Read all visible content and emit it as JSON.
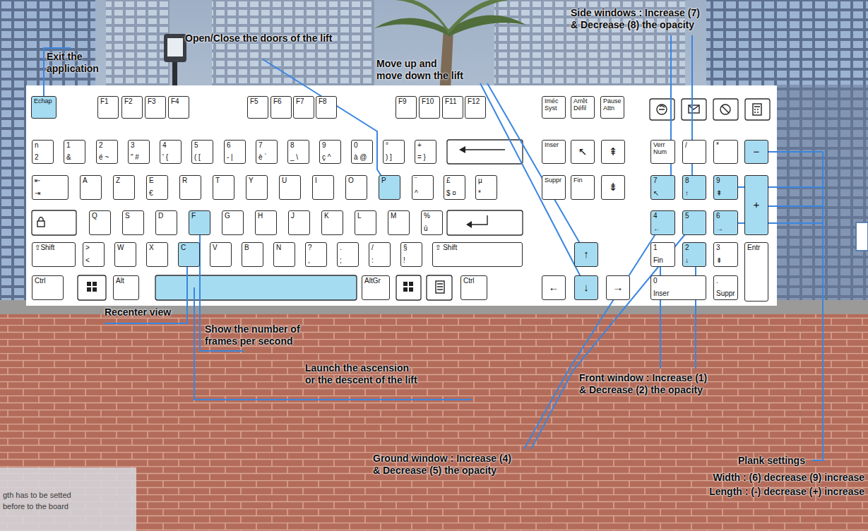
{
  "diagram": {
    "nodes": [
      {
        "text": [
          "Echap"
        ]
      },
      {
        "text": [
          "F1"
        ]
      },
      {
        "text": [
          "F2"
        ]
      },
      {
        "text": [
          "F3"
        ]
      },
      {
        "text": [
          "F4"
        ]
      },
      {
        "text": [
          "F5"
        ]
      },
      {
        "text": [
          "F6"
        ]
      },
      {
        "text": [
          "F7"
        ]
      },
      {
        "text": [
          "F8"
        ]
      },
      {
        "text": [
          "F9"
        ]
      },
      {
        "text": [
          "F10"
        ]
      },
      {
        "text": [
          "F11"
        ]
      },
      {
        "text": [
          "F12"
        ]
      },
      {
        "text": [
          "Iméc Syst"
        ]
      },
      {
        "text": [
          "Arrêt Défil"
        ]
      },
      {
        "text": [
          "Pause Attn"
        ]
      },
      {
        "text": [
          "n",
          "2"
        ]
      },
      {
        "text": [
          "1",
          "&"
        ]
      },
      {
        "text": [
          "2",
          "é ~"
        ]
      },
      {
        "text": [
          "3",
          "\" #"
        ]
      },
      {
        "text": [
          "4",
          "' {"
        ]
      },
      {
        "text": [
          "5",
          "( ["
        ]
      },
      {
        "text": [
          "6",
          "- |"
        ]
      },
      {
        "text": [
          "7",
          "è `"
        ]
      },
      {
        "text": [
          "8",
          "_ \\"
        ]
      },
      {
        "text": [
          "9",
          "ç ^"
        ]
      },
      {
        "text": [
          "0",
          "à @"
        ]
      },
      {
        "text": [
          "°",
          ") ]"
        ]
      },
      {
        "text": [
          "+",
          "= }"
        ]
      },
      {
        "text": [
          "Inser"
        ]
      },
      {
        "text": [
          "↖"
        ]
      },
      {
        "text": [
          "⇞"
        ]
      },
      {
        "text": [
          "Verr Num"
        ]
      },
      {
        "text": [
          "/"
        ]
      },
      {
        "text": [
          "*"
        ]
      },
      {
        "text": [
          "−"
        ]
      },
      {
        "text": [
          "⇤",
          "⇥"
        ]
      },
      {
        "text": [
          "A"
        ]
      },
      {
        "text": [
          "Z"
        ]
      },
      {
        "text": [
          "E",
          "€"
        ]
      },
      {
        "text": [
          "R"
        ]
      },
      {
        "text": [
          "T"
        ]
      },
      {
        "text": [
          "Y"
        ]
      },
      {
        "text": [
          "U"
        ]
      },
      {
        "text": [
          "I"
        ]
      },
      {
        "text": [
          "O"
        ]
      },
      {
        "text": [
          "P"
        ]
      },
      {
        "text": [
          "¨",
          "^"
        ]
      },
      {
        "text": [
          "£",
          "$ ¤"
        ]
      },
      {
        "text": [
          "µ",
          "*"
        ]
      },
      {
        "text": [
          "Suppr"
        ]
      },
      {
        "text": [
          "Fin"
        ]
      },
      {
        "text": [
          "⇟"
        ]
      },
      {
        "text": [
          "7",
          "↖"
        ]
      },
      {
        "text": [
          "8",
          "↑"
        ]
      },
      {
        "text": [
          "9",
          "⇞"
        ]
      },
      {
        "text": [
          "+"
        ]
      },
      {
        "text": [
          "Q"
        ]
      },
      {
        "text": [
          "S"
        ]
      },
      {
        "text": [
          "D"
        ]
      },
      {
        "text": [
          "F"
        ]
      },
      {
        "text": [
          "G"
        ]
      },
      {
        "text": [
          "H"
        ]
      },
      {
        "text": [
          "J"
        ]
      },
      {
        "text": [
          "K"
        ]
      },
      {
        "text": [
          "L"
        ]
      },
      {
        "text": [
          "M"
        ]
      },
      {
        "text": [
          "%",
          "ù"
        ]
      },
      {
        "text": [
          "4",
          "←"
        ]
      },
      {
        "text": [
          "5"
        ]
      },
      {
        "text": [
          "6",
          "→"
        ]
      },
      {
        "text": [
          "⇧Shift"
        ]
      },
      {
        "text": [
          ">",
          "<"
        ]
      },
      {
        "text": [
          "W"
        ]
      },
      {
        "text": [
          "X"
        ]
      },
      {
        "text": [
          "C"
        ]
      },
      {
        "text": [
          "V"
        ]
      },
      {
        "text": [
          "B"
        ]
      },
      {
        "text": [
          "N"
        ]
      },
      {
        "text": [
          "?",
          ","
        ]
      },
      {
        "text": [
          ".",
          ";"
        ]
      },
      {
        "text": [
          "/",
          ":"
        ]
      },
      {
        "text": [
          "§",
          "!"
        ]
      },
      {
        "text": [
          "⇧ Shift"
        ]
      },
      {
        "text": [
          "↑"
        ]
      },
      {
        "text": [
          "1",
          "Fin"
        ]
      },
      {
        "text": [
          "2",
          "↓"
        ]
      },
      {
        "text": [
          "3",
          "⇟"
        ]
      },
      {
        "text": [
          "Entr"
        ]
      },
      {
        "text": [
          "Ctrl"
        ]
      },
      {
        "text": [
          "Alt"
        ]
      },
      {
        "text": [
          "AltGr"
        ]
      },
      {
        "text": [
          "Ctrl"
        ]
      },
      {
        "text": [
          "←"
        ]
      },
      {
        "text": [
          "↓"
        ]
      },
      {
        "text": [
          "→"
        ]
      },
      {
        "text": [
          "0",
          "Inser"
        ]
      },
      {
        "text": [
          ".",
          "Suppr"
        ]
      }
    ],
    "labels": [
      "Exit the application",
      "Open/Close the doors of the lift",
      "Move up and move down the lift",
      "Side windows : Increase (7) & Decrease (8) the opacity",
      "Recenter view",
      "Show the number of frames per second",
      "Launch the ascension or the descent of the lift",
      "Front window : Increase (1) & Decrease (2) the opacity",
      "Ground window : Increase (4) & Decrease (5) the opacity",
      "Plank settings",
      "Width : (6) decrease (9) increase",
      "Length : (-) decrease (+) increase",
      "gth has to be setted before to the board"
    ]
  }
}
